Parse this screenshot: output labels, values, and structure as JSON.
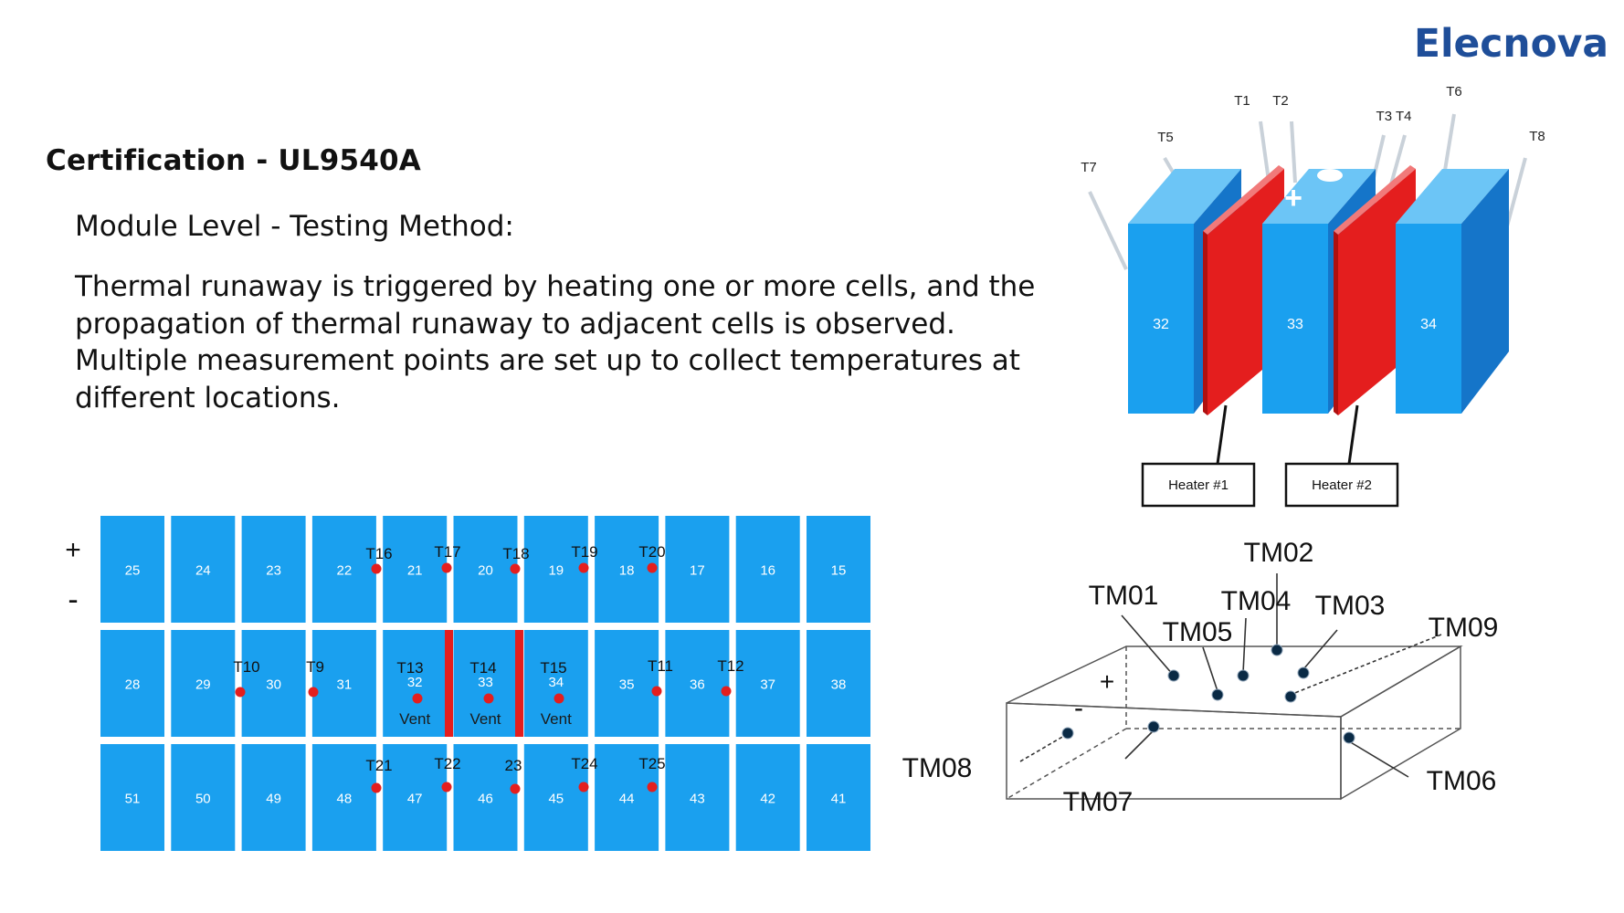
{
  "brand": {
    "name": "Elecnova",
    "color": "#1f4e99"
  },
  "slide": {
    "title": "Certification - UL9540A",
    "subtitle": "Module Level - Testing Method:",
    "body": "Thermal runaway is triggered by heating one or more cells, and the propagation of thermal runaway to adjacent cells is observed. Multiple measurement points are set up to collect temperatures at different locations."
  },
  "colors": {
    "cell": "#1aa0ef",
    "heater": "#e41e1e",
    "dot": "#e41e1e",
    "sensor": "#0a2a45"
  },
  "cell_diagram": {
    "cells": [
      "32",
      "33",
      "34"
    ],
    "heaters": [
      "Heater #1",
      "Heater #2"
    ],
    "probes": [
      "T7",
      "T5",
      "T1",
      "T2",
      "T3 T4",
      "T6",
      "T8"
    ],
    "plus_sign": "+",
    "minus_sign": "-"
  },
  "module_grid": {
    "polarity_plus": "+",
    "polarity_minus": "-",
    "rows": [
      [
        "25",
        "24",
        "23",
        "22",
        "21",
        "20",
        "19",
        "18",
        "17",
        "16",
        "15"
      ],
      [
        "28",
        "29",
        "30",
        "31",
        "32",
        "33",
        "34",
        "35",
        "36",
        "37",
        "38"
      ],
      [
        "51",
        "50",
        "49",
        "48",
        "47",
        "46",
        "45",
        "44",
        "43",
        "42",
        "41"
      ]
    ],
    "vent_label": "Vent",
    "vent_cells": [
      "32",
      "33",
      "34"
    ],
    "thermocouples_top": [
      "T16",
      "T17",
      "T18",
      "T19",
      "T20"
    ],
    "thermocouples_middle": [
      "T10",
      "T9",
      "T13",
      "T14",
      "T15",
      "T11",
      "T12"
    ],
    "thermocouples_bottom": [
      "T21",
      "T22",
      "23",
      "T24",
      "T25"
    ]
  },
  "module_box": {
    "sensors": [
      "TM01",
      "TM02",
      "TM03",
      "TM04",
      "TM05",
      "TM06",
      "TM07",
      "TM08",
      "TM09"
    ],
    "plus_sign": "+",
    "minus_sign": "-"
  }
}
